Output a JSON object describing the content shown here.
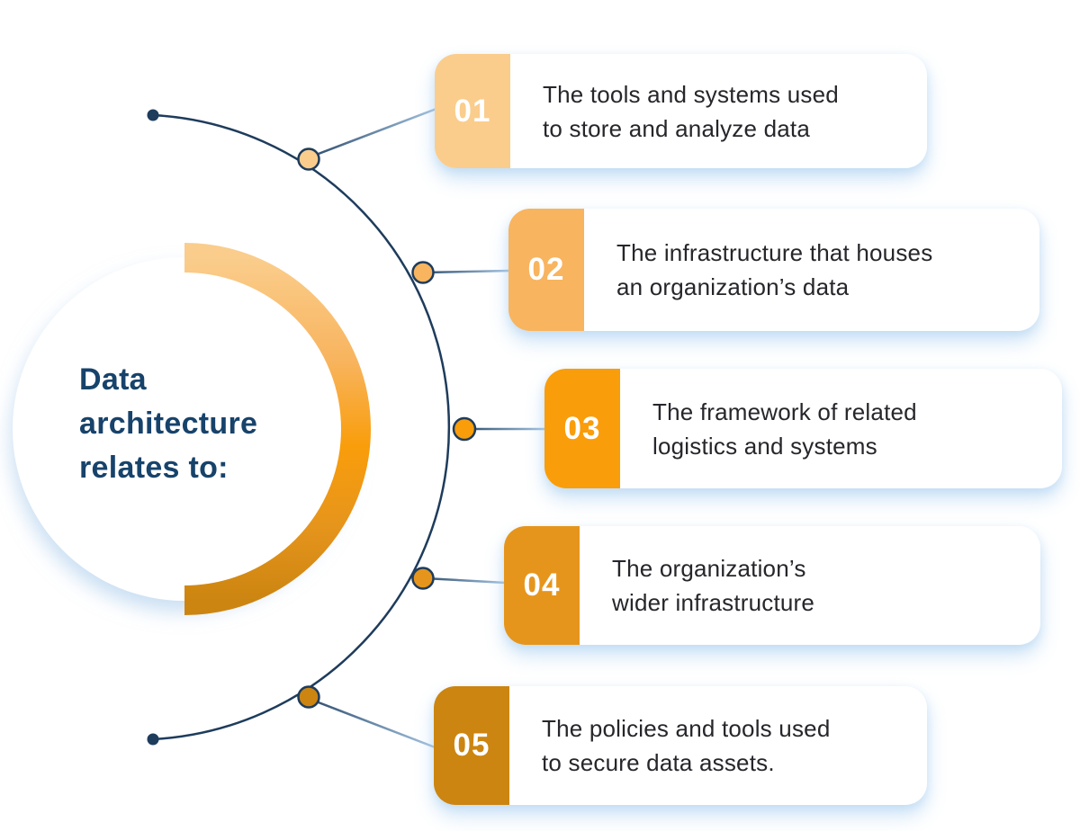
{
  "title": {
    "lines": [
      "Data",
      "architecture",
      "relates to:"
    ]
  },
  "colors": {
    "navy": "#1E3C5C",
    "title_text": "#17436B",
    "card_text": "#26262B",
    "connector_from": "#2F4F70",
    "connector_to": "#A7C6E3"
  },
  "ring": {
    "stops": [
      "#FACD8C",
      "#F8B45E",
      "#F99D0B",
      "#E6951C",
      "#CC8511"
    ]
  },
  "items": [
    {
      "number": "01",
      "color": "#FACD8C",
      "lines": [
        "The tools and systems used",
        "to store and analyze data"
      ]
    },
    {
      "number": "02",
      "color": "#F8B45E",
      "lines": [
        "The infrastructure that houses",
        "an organization’s data"
      ]
    },
    {
      "number": "03",
      "color": "#F99D0B",
      "lines": [
        "The framework of related",
        "logistics and systems"
      ]
    },
    {
      "number": "04",
      "color": "#E6951C",
      "lines": [
        "The organization’s",
        "wider infrastructure"
      ]
    },
    {
      "number": "05",
      "color": "#CC8511",
      "lines": [
        "The policies and tools used",
        "to secure data assets."
      ]
    }
  ]
}
